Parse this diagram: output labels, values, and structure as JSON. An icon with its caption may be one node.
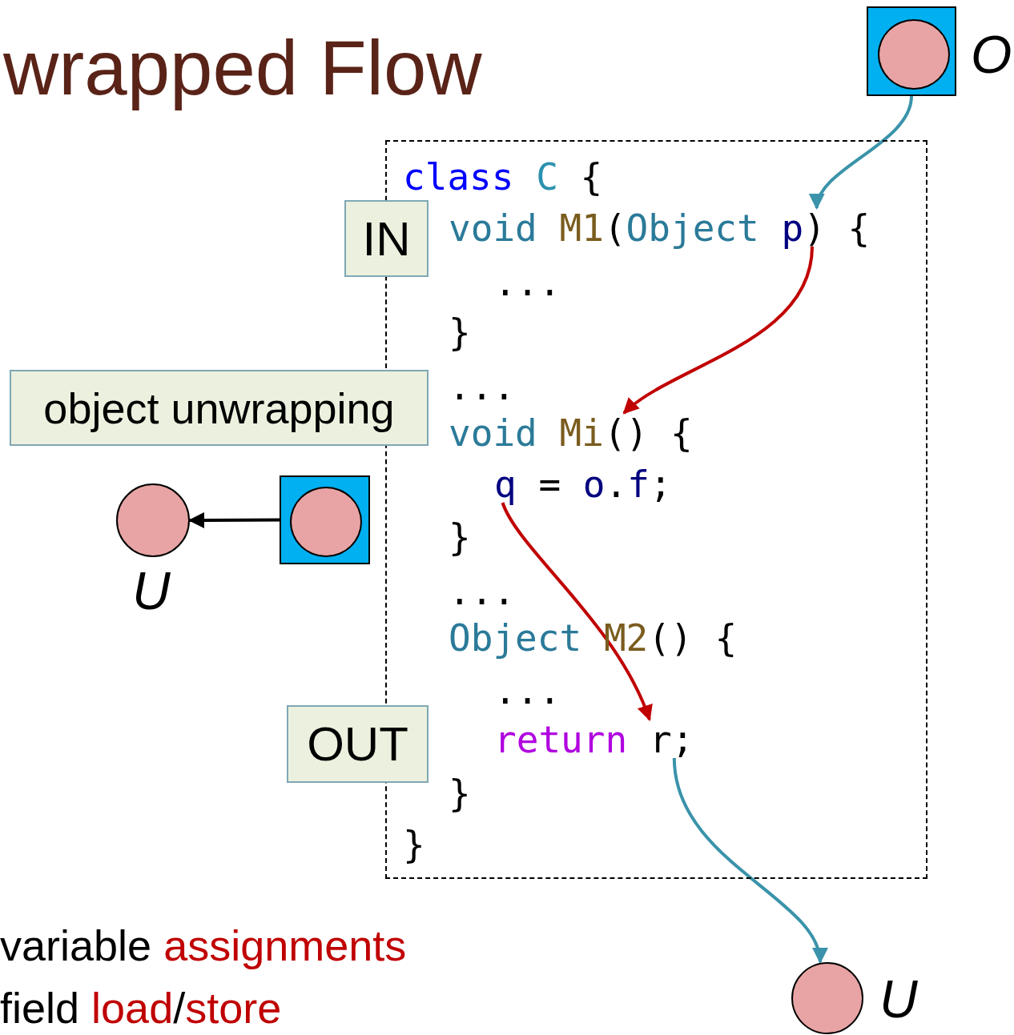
{
  "diagram": {
    "title": "wrapped Flow",
    "nodes": [
      {
        "text": [],
        "shape": "box",
        "beside": [
          "O"
        ]
      },
      {
        "text": [],
        "shape": "circle",
        "in": 0
      },
      {
        "text": [],
        "shape": "box"
      },
      {
        "text": [
          "class C {"
        ],
        "in": 2
      },
      {
        "text": [
          "void M1(Object p) {"
        ],
        "in": 2
      },
      {
        "text": [
          "..."
        ],
        "in": 2
      },
      {
        "text": [
          "}"
        ],
        "in": 2
      },
      {
        "text": [
          "..."
        ],
        "in": 2
      },
      {
        "text": [
          "void Mi() {"
        ],
        "in": 2
      },
      {
        "text": [
          "q = o.f;"
        ],
        "in": 2
      },
      {
        "text": [
          "}"
        ],
        "in": 2
      },
      {
        "text": [
          "..."
        ],
        "in": 2
      },
      {
        "text": [
          "Object M2() {"
        ],
        "in": 2
      },
      {
        "text": [
          "..."
        ],
        "in": 2
      },
      {
        "text": [
          "return r;"
        ],
        "in": 2
      },
      {
        "text": [
          "}"
        ],
        "in": 2
      },
      {
        "text": [
          "}"
        ],
        "in": 2
      },
      {
        "text": [
          "IN"
        ]
      },
      {
        "text": [
          "object unwrapping"
        ]
      },
      {
        "text": [],
        "shape": "circle",
        "beside": [
          "U"
        ]
      },
      {
        "text": [],
        "shape": "box"
      },
      {
        "text": [],
        "shape": "circle",
        "in": 20
      },
      {
        "text": [
          "OUT"
        ]
      },
      {
        "text": [],
        "shape": "circle",
        "beside": [
          "U"
        ]
      }
    ],
    "edges": [
      {
        "from": 0,
        "to": 4,
        "arrow": "to",
        "color": "#3a93aa"
      },
      {
        "from": 4,
        "to": 8,
        "arrow": "to",
        "color": "#c00000"
      },
      {
        "from": 9,
        "to": 14,
        "arrow": "to",
        "color": "#c00000"
      },
      {
        "from": 14,
        "to": 23,
        "arrow": "to",
        "color": "#3a93aa"
      },
      {
        "from": 20,
        "to": 19,
        "arrow": "to",
        "color": "#000000"
      }
    ],
    "labels": [
      "variable assignments",
      "field load/store"
    ]
  }
}
